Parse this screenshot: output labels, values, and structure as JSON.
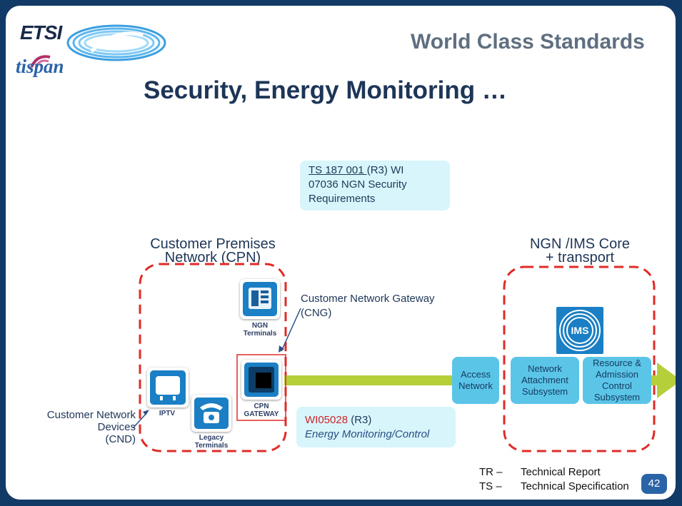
{
  "header": {
    "logo_text": "ETSI",
    "sublogo_text": "tispan",
    "tagline": "World Class Standards",
    "title": "Security, Energy Monitoring …"
  },
  "notes": {
    "security": {
      "link_text": "TS 187 001 ",
      "line1_rest": "(R3) WI",
      "line2": "07036 NGN Security",
      "line3": "Requirements"
    },
    "energy": {
      "id": "WI05028",
      "release": " (R3)",
      "desc": "Energy Monitoring/Control"
    }
  },
  "cpn": {
    "label_line1": "Customer Premises",
    "label_line2": "Network (CPN)",
    "tiles": {
      "ngn_line1": "NGN",
      "ngn_line2": "Terminals",
      "cpn_line1": "CPN",
      "cpn_line2": "GATEWAY",
      "iptv": "IPTV",
      "legacy_line1": "Legacy",
      "legacy_line2": "Terminals"
    },
    "gateway_callout_line1": "Customer Network Gateway",
    "gateway_callout_line2": "(CNG)",
    "devices_callout_line1": "Customer Network Devices",
    "devices_callout_line2": "(CND)"
  },
  "core": {
    "label_line1": "NGN /IMS Core",
    "label_line2": "+ transport",
    "ims_badge": "IMS",
    "access_line1": "Access",
    "access_line2": "Network",
    "nass_line1": "Network",
    "nass_line2": "Attachment",
    "nass_line3": "Subsystem",
    "racs_line1": "Resource &",
    "racs_line2": "Admission",
    "racs_line3": "Control",
    "racs_line4": "Subsystem"
  },
  "legend": {
    "tr_abbr": "TR –",
    "tr_text": "Technical Report",
    "ts_abbr": "TS –",
    "ts_text": "Technical Specification"
  },
  "page_number": "42",
  "colors": {
    "frame": "#123a66",
    "accent_red": "#e02b27",
    "flow_green": "#b4cf3a",
    "box_blue": "#5bc5e8",
    "note_bg": "#d7f5fb",
    "title_navy": "#1d3557"
  }
}
